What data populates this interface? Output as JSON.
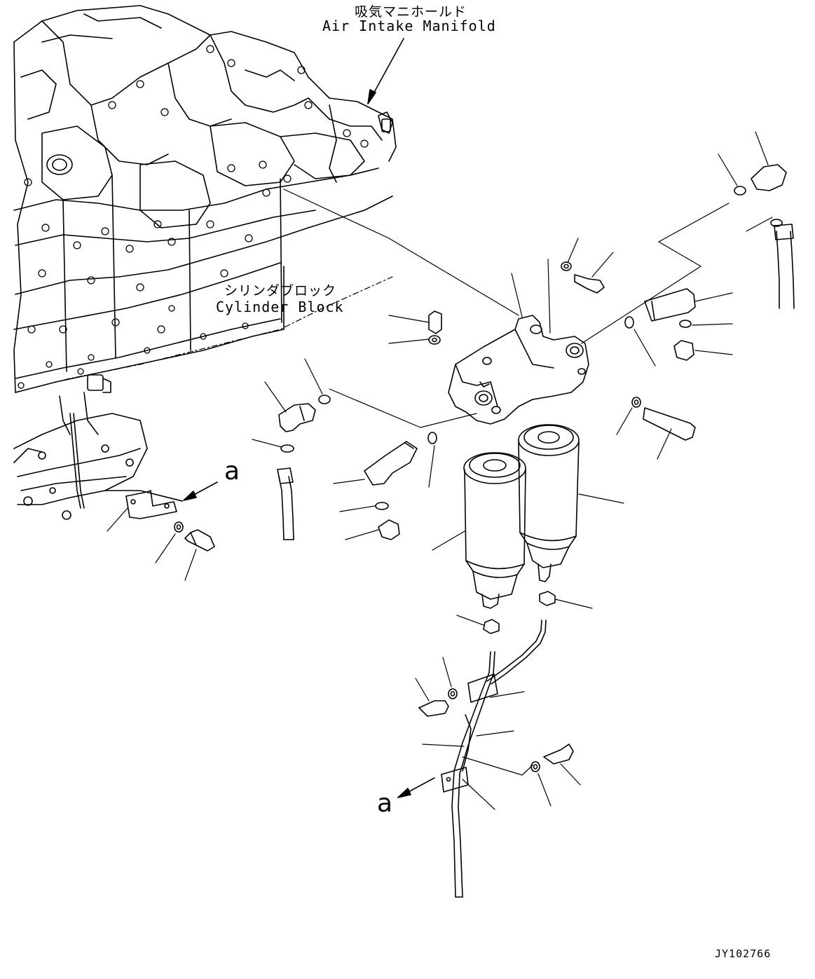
{
  "labels": {
    "manifold_jp": "吸気マニホールド",
    "manifold_en": "Air Intake Manifold",
    "block_jp": "シリンダブロック",
    "block_en": "Cylinder Block",
    "ref_a_upper": "a",
    "ref_a_lower": "a",
    "drawing_code": "JY102766"
  },
  "colors": {
    "line": "#000000",
    "background": "#ffffff"
  }
}
